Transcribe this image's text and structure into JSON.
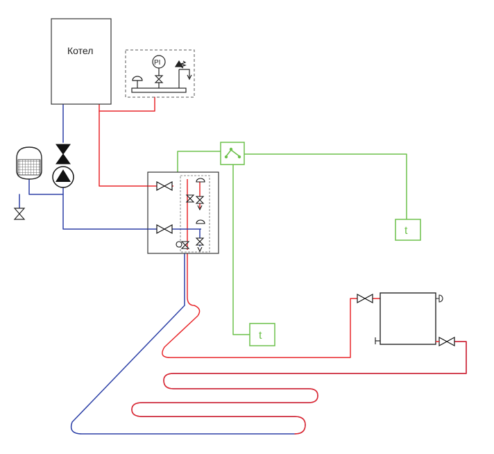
{
  "boiler": {
    "label": "Котел"
  },
  "safety_group": {
    "gauge_label": "PI"
  },
  "sensors": [
    {
      "label": "t"
    },
    {
      "label": "t"
    }
  ],
  "colors": {
    "supply": "#e8262a",
    "return": "#2b3fa6",
    "control": "#6cc04a",
    "outline": "#333333"
  }
}
